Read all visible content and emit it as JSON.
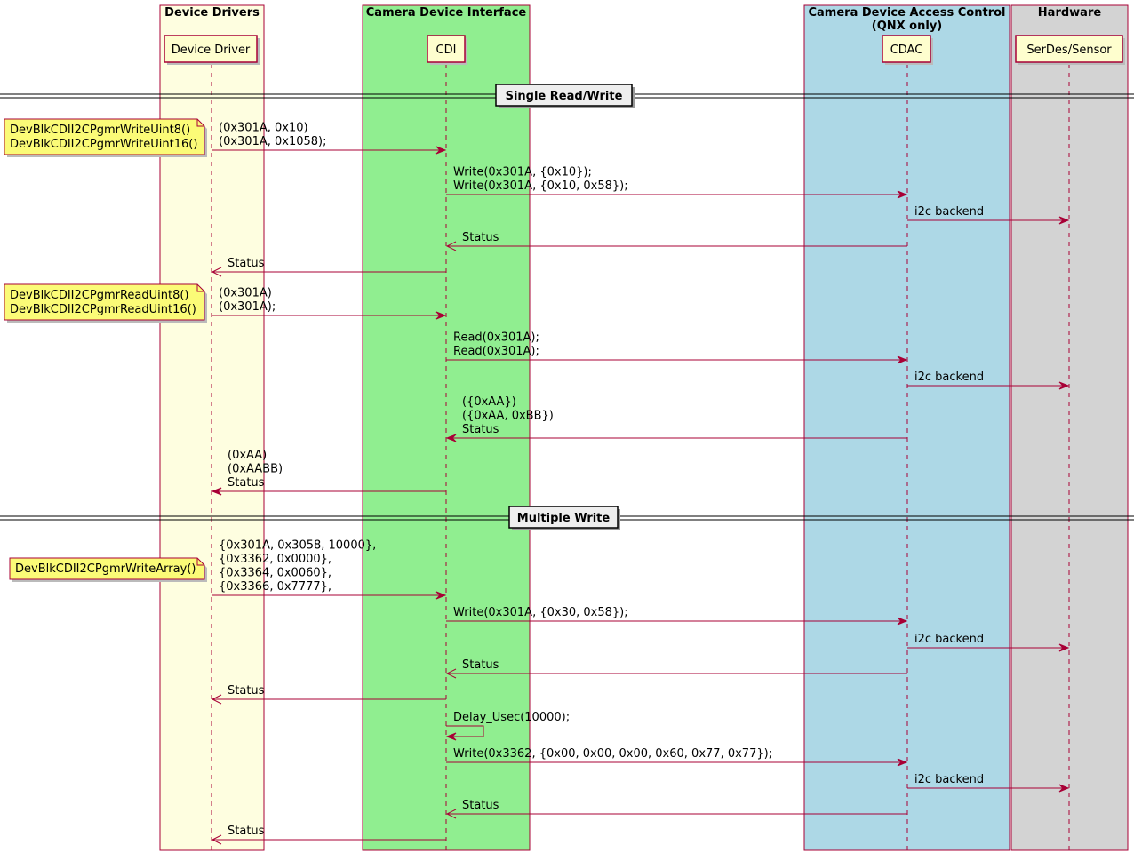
{
  "boxes": [
    {
      "id": "drivers",
      "title_lines": [
        "Device Drivers"
      ],
      "color": "#FEFEE0"
    },
    {
      "id": "cdi_box",
      "title_lines": [
        "Camera Device Interface"
      ],
      "color": "#90EE90"
    },
    {
      "id": "cdac_box",
      "title_lines": [
        "Camera Device Access Control",
        "(QNX only)"
      ],
      "color": "#ADD8E6"
    },
    {
      "id": "hw_box",
      "title_lines": [
        "Hardware"
      ],
      "color": "#D3D3D3"
    }
  ],
  "participants": [
    {
      "id": "dd",
      "label": "Device Driver"
    },
    {
      "id": "cdi",
      "label": "CDI"
    },
    {
      "id": "cdac",
      "label": "CDAC"
    },
    {
      "id": "hw",
      "label": "SerDes/Sensor"
    }
  ],
  "dividers": [
    {
      "label": "Single Read/Write"
    },
    {
      "label": "Multiple Write"
    }
  ],
  "notes": [
    {
      "lines": [
        "DevBlkCDII2CPgmrWriteUint8()",
        "DevBlkCDII2CPgmrWriteUint16()"
      ]
    },
    {
      "lines": [
        "DevBlkCDII2CPgmrReadUint8()",
        "DevBlkCDII2CPgmrReadUint16()"
      ]
    },
    {
      "lines": [
        "DevBlkCDII2CPgmrWriteArray()"
      ]
    }
  ],
  "messages": [
    {
      "from": "dd",
      "to": "cdi",
      "kind": "sync",
      "lines": [
        "(0x301A, 0x10)",
        "(0x301A, 0x1058);"
      ]
    },
    {
      "from": "cdi",
      "to": "cdac",
      "kind": "sync",
      "lines": [
        "Write(0x301A, {0x10});",
        "Write(0x301A, {0x10, 0x58});"
      ]
    },
    {
      "from": "cdac",
      "to": "hw",
      "kind": "sync",
      "lines": [
        "i2c backend"
      ]
    },
    {
      "from": "cdac",
      "to": "cdi",
      "kind": "reply",
      "lines": [
        "Status"
      ]
    },
    {
      "from": "cdi",
      "to": "dd",
      "kind": "reply",
      "lines": [
        "Status"
      ]
    },
    {
      "from": "dd",
      "to": "cdi",
      "kind": "sync",
      "lines": [
        "(0x301A)",
        "(0x301A);"
      ]
    },
    {
      "from": "cdi",
      "to": "cdac",
      "kind": "sync",
      "lines": [
        "Read(0x301A);",
        "Read(0x301A);"
      ]
    },
    {
      "from": "cdac",
      "to": "hw",
      "kind": "sync",
      "lines": [
        "i2c backend"
      ]
    },
    {
      "from": "cdac",
      "to": "cdi",
      "kind": "sync",
      "lines": [
        "({0xAA})",
        "({0xAA, 0xBB})",
        "Status"
      ]
    },
    {
      "from": "cdi",
      "to": "dd",
      "kind": "sync",
      "lines": [
        "(0xAA)",
        "(0xAABB)",
        "Status"
      ]
    },
    {
      "from": "dd",
      "to": "cdi",
      "kind": "sync",
      "lines": [
        "{0x301A, 0x3058, 10000},",
        "{0x3362, 0x0000},",
        "{0x3364, 0x0060},",
        "{0x3366, 0x7777},"
      ]
    },
    {
      "from": "cdi",
      "to": "cdac",
      "kind": "sync",
      "lines": [
        "Write(0x301A, {0x30, 0x58});"
      ]
    },
    {
      "from": "cdac",
      "to": "hw",
      "kind": "sync",
      "lines": [
        "i2c backend"
      ]
    },
    {
      "from": "cdac",
      "to": "cdi",
      "kind": "reply",
      "lines": [
        "Status"
      ]
    },
    {
      "from": "cdi",
      "to": "dd",
      "kind": "reply",
      "lines": [
        "Status"
      ]
    },
    {
      "from": "cdi",
      "to": "cdi",
      "kind": "self",
      "lines": [
        "Delay_Usec(10000);"
      ]
    },
    {
      "from": "cdi",
      "to": "cdac",
      "kind": "sync",
      "lines": [
        "Write(0x3362, {0x00, 0x00, 0x00, 0x60, 0x77, 0x77});"
      ]
    },
    {
      "from": "cdac",
      "to": "hw",
      "kind": "sync",
      "lines": [
        "i2c backend"
      ]
    },
    {
      "from": "cdac",
      "to": "cdi",
      "kind": "reply",
      "lines": [
        "Status"
      ]
    },
    {
      "from": "cdi",
      "to": "dd",
      "kind": "reply",
      "lines": [
        "Status"
      ]
    }
  ],
  "colors": {
    "arrow": "#A80036",
    "participant_fill": "#FEFECE",
    "note_fill": "#FBFB77",
    "divider_fill": "#EEEEEE"
  }
}
